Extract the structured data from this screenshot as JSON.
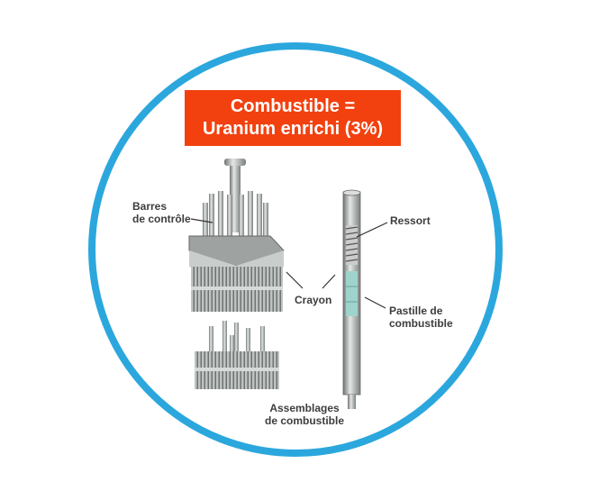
{
  "title": {
    "line1": "Combustible =",
    "line2": "Uranium enrichi (3%)"
  },
  "labels": {
    "control_rods": {
      "line1": "Barres",
      "line2": "de contrôle"
    },
    "spring": "Ressort",
    "rod": "Crayon",
    "pellet": {
      "line1": "Pastille de",
      "line2": "combustible"
    },
    "assemblies": {
      "line1": "Assemblages",
      "line2": "de combustible"
    }
  },
  "colors": {
    "circle": "#2ba7dd",
    "title_bg": "#f2410f",
    "pellet": "#9fd3cc"
  }
}
